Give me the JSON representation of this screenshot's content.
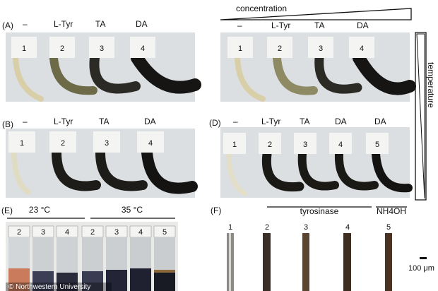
{
  "figure": {
    "panels": {
      "A": {
        "label": "(A)",
        "headers": [
          "–",
          "L-Tyr",
          "TA",
          "DA"
        ],
        "tags": [
          "1",
          "2",
          "3",
          "4"
        ]
      },
      "A2": {
        "headers": [
          "–",
          "L-Tyr",
          "TA",
          "DA"
        ],
        "tags": [
          "1",
          "2",
          "3",
          "4"
        ]
      },
      "B": {
        "label": "(B)",
        "headers": [
          "–",
          "L-Tyr",
          "TA",
          "DA"
        ],
        "tags": [
          "1",
          "2",
          "3",
          "4"
        ]
      },
      "D": {
        "label": "(D)",
        "headers": [
          "–",
          "L-Tyr",
          "TA",
          "DA",
          "DA"
        ],
        "tags": [
          "1",
          "2",
          "3",
          "4",
          "5"
        ]
      },
      "E": {
        "label": "(E)",
        "temps": [
          "23 °C",
          "35 °C"
        ],
        "vials": [
          "2",
          "3",
          "4",
          "2",
          "3",
          "4",
          "5"
        ]
      },
      "F": {
        "label": "(F)",
        "group_labels": [
          "tyrosinase",
          "NH4OH"
        ],
        "fibers": [
          "1",
          "2",
          "3",
          "4",
          "5"
        ],
        "scale": "100 μm"
      }
    },
    "concentration_label": "concentration",
    "temperature_label": "temperature",
    "watermark": "© Northwestern University",
    "colors": {
      "photo_bg": "#dcdfe2",
      "hair_blonde": "#d8cfa8",
      "hair_olive": "#6d6a48",
      "hair_dark": "#2b2a24",
      "hair_black": "#161513",
      "tag_bg": "#f4f4f2"
    }
  }
}
